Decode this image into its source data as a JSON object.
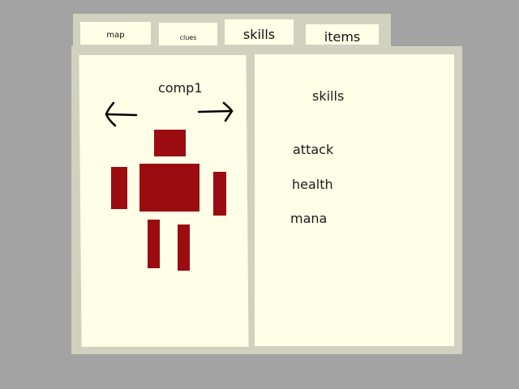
{
  "tabs": {
    "map": "map",
    "clues": "clues",
    "skills": "skills",
    "items": "items"
  },
  "character": {
    "name": "comp1",
    "prev_icon": "arrow-left-icon",
    "next_icon": "arrow-right-icon",
    "figure_color": "#9b0c11"
  },
  "skills_panel": {
    "title": "skills",
    "stats": {
      "attack": "attack",
      "health": "health",
      "mana": "mana"
    }
  },
  "colors": {
    "background": "#a3a3a3",
    "frame": "#d2d1c0",
    "panel": "#fffee6",
    "text": "#1a1a1a"
  }
}
